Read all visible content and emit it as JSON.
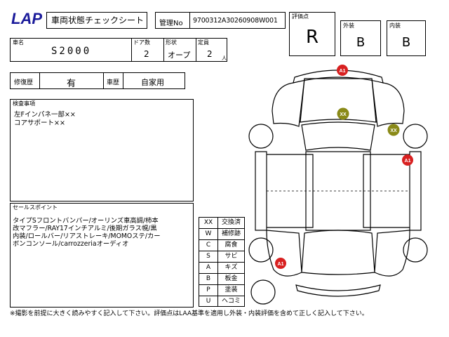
{
  "header": {
    "logo": "LAP",
    "title": "車両状態チェックシート",
    "mgmt_label": "管理No",
    "mgmt_no": "9700312A30260908W001"
  },
  "grades": {
    "rating_label": "評価点",
    "rating": "R",
    "exterior_label": "外装",
    "exterior": "B",
    "interior_label": "内装",
    "interior": "B"
  },
  "vehicle": {
    "name_label": "車名",
    "name": "S2000",
    "doors_label": "ドア数",
    "doors": "2",
    "shape_label": "形状",
    "shape": "オープ",
    "capacity_label": "定員",
    "capacity": "2",
    "capacity_unit": "人"
  },
  "history": {
    "repair_label": "修復歴",
    "repair": "有",
    "usage_label": "車歴",
    "usage": "自家用"
  },
  "inspection": {
    "label": "検査事項",
    "lines": [
      "左Fインパネ一部××",
      "コアサポート××"
    ]
  },
  "sales": {
    "label": "セールスポイント",
    "lines": [
      "タイプSフロントバンパー/オーリンズ車高調/柿本",
      "改マフラー/RAY17インチアルミ/後期ガラス幌/黒",
      "内装/ロールバー/リアストレーキ/MOMOステ/カー",
      "ボンコンソール/carrozzeriaオーディオ"
    ]
  },
  "legend": [
    {
      "code": "XX",
      "desc": "交換済"
    },
    {
      "code": "W",
      "desc": "補修跡"
    },
    {
      "code": "C",
      "desc": "腐食"
    },
    {
      "code": "S",
      "desc": "サビ"
    },
    {
      "code": "A",
      "desc": "キズ"
    },
    {
      "code": "B",
      "desc": "板金"
    },
    {
      "code": "P",
      "desc": "塗装"
    },
    {
      "code": "U",
      "desc": "ヘコミ"
    }
  ],
  "markers": [
    {
      "label": "A1",
      "color": "#d82020"
    },
    {
      "label": "XX",
      "color": "#8a8a18"
    },
    {
      "label": "XX",
      "color": "#8a8a18"
    },
    {
      "label": "A1",
      "color": "#d82020"
    },
    {
      "label": "A1",
      "color": "#d82020"
    }
  ],
  "footer": {
    "note": "※撮影を前提に大きく読みやすく記入して下さい。評価点はLAA基準を適用し外装・内装評価を含めて正しく記入して下さい。"
  }
}
